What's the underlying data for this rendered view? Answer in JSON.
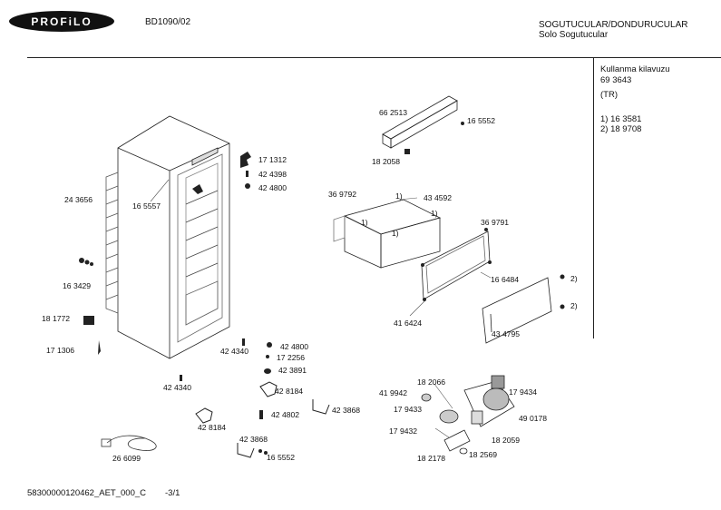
{
  "header": {
    "brand": "PROFiLO",
    "model": "BD1090/02",
    "category_line1": "SOGUTUCULAR/DONDURUCULAR",
    "category_line2": "Solo Sogutucular"
  },
  "side_panel": {
    "manual_label": "Kullanma kilavuzu",
    "manual_number": "69 3643",
    "lang": "(TR)",
    "note1": "1)  16 3581",
    "note2": "2)  18 9708"
  },
  "footer": {
    "doc_id": "58300000120462_AET_000_C",
    "page": "-3/1"
  },
  "parts": {
    "p662513": "66 2513",
    "p165552a": "16 5552",
    "p182058": "18 2058",
    "p171312": "17 1312",
    "p424398": "42 4398",
    "p424800a": "42 4800",
    "p243656": "24 3656",
    "p165557": "16 5557",
    "p369792": "36 9792",
    "p434592": "43 4592",
    "p369791": "36 9791",
    "p166484": "16 6484",
    "p416424": "41 6424",
    "p434795": "43 4795",
    "p163429": "16 3429",
    "p181772": "18 1772",
    "p171306": "17 1306",
    "p424340a": "42 4340",
    "p424340b": "42 4340",
    "p424800b": "42 4800",
    "p172256": "17 2256",
    "p423891": "42 3891",
    "p428184a": "42 8184",
    "p424802": "42 4802",
    "p423868a": "42 3868",
    "p428184b": "42 8184",
    "p423868b": "42 3868",
    "p165552b": "16 5552",
    "p266099": "26 6099",
    "p182066": "18 2066",
    "p419942": "41 9942",
    "p179433": "17 9433",
    "p179434": "17 9434",
    "p490178": "49 0178",
    "p179432": "17 9432",
    "p182059": "18 2059",
    "p182178": "18 2178",
    "p182569": "18 2569"
  },
  "notes": {
    "n1": "1)",
    "n2": "2)"
  }
}
